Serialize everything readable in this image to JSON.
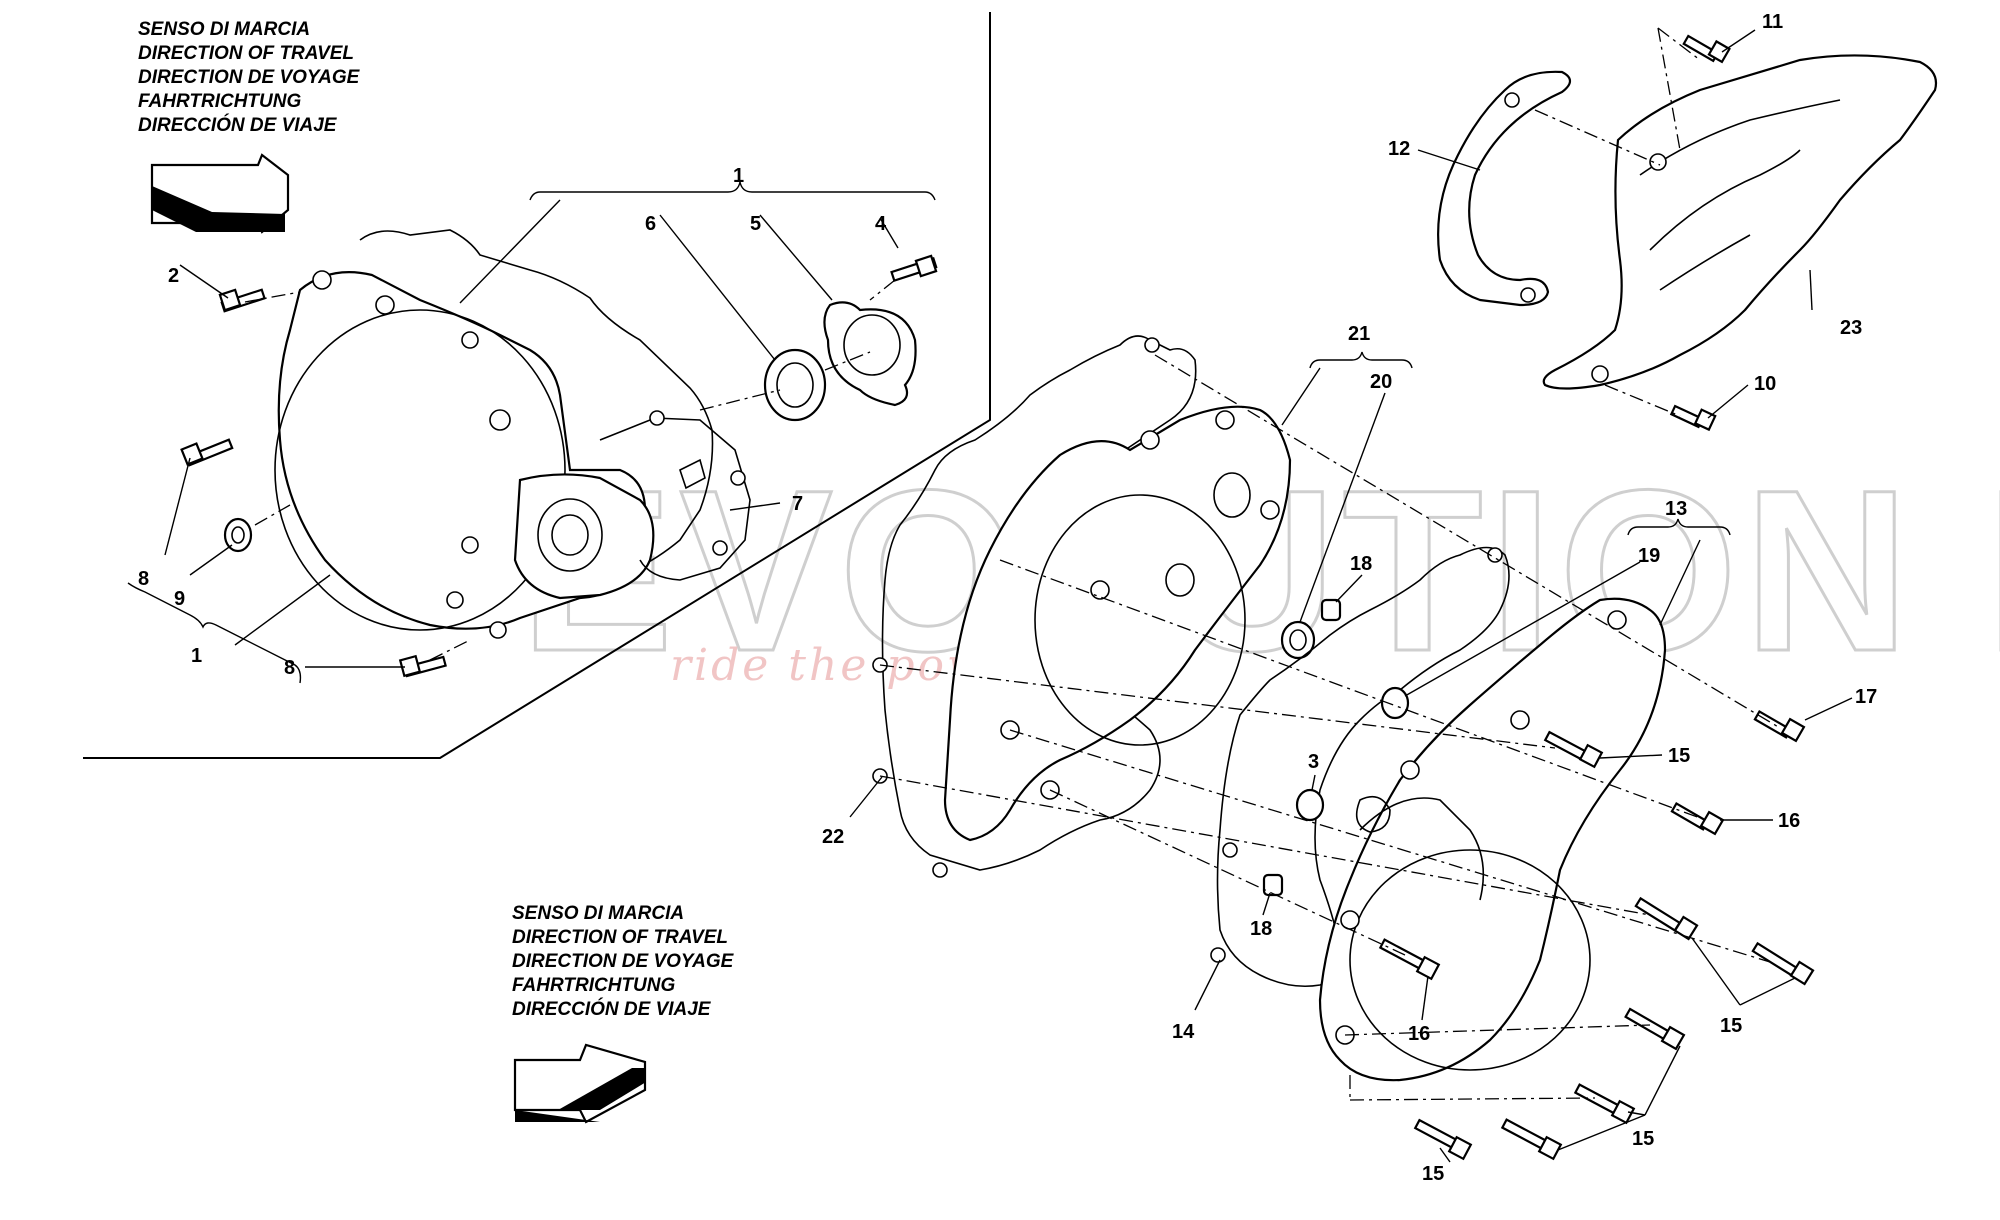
{
  "direction_of_travel_top": {
    "lines": [
      "SENSO DI MARCIA",
      "DIRECTION OF TRAVEL",
      "DIRECTION DE VOYAGE",
      "FAHRTRICHTUNG",
      "DIRECCIÓN DE VIAJE"
    ]
  },
  "direction_of_travel_bottom": {
    "lines": [
      "SENSO DI MARCIA",
      "DIRECTION OF TRAVEL",
      "DIRECTION DE VOYAGE",
      "FAHRTRICHTUNG",
      "DIRECCIÓN DE VIAJE"
    ]
  },
  "watermark": {
    "brand": "EVOLUTION BIKE",
    "tagline": "ride the power"
  },
  "callouts": {
    "top_group_1": "1",
    "c6": "6",
    "c5": "5",
    "c4": "4",
    "c2": "2",
    "c7": "7",
    "c8_left": "8",
    "c9": "9",
    "c1_bottom": "1",
    "c8_bottom": "8",
    "c11": "11",
    "c12": "12",
    "c23": "23",
    "c10": "10",
    "c21": "21",
    "c20": "20",
    "c18_top": "18",
    "c13": "13",
    "c19": "19",
    "c17": "17",
    "c15_a": "15",
    "c16_a": "16",
    "c3": "3",
    "c22": "22",
    "c18_bottom": "18",
    "c14": "14",
    "c16_b": "16",
    "c15_b": "15",
    "c15_c": "15",
    "c15_d": "15"
  }
}
